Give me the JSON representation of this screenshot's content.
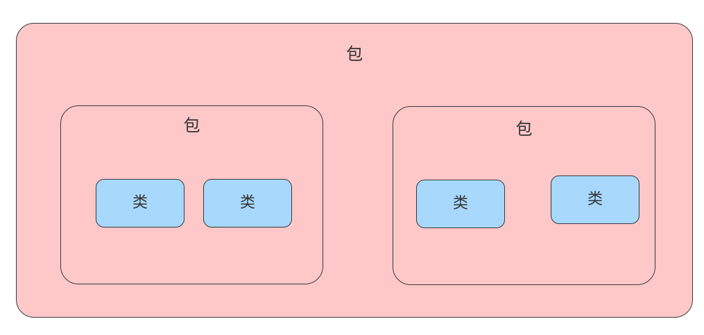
{
  "colors": {
    "package_fill": "#ffc8c8",
    "class_fill": "#a8d8fc",
    "stroke": "#36393d"
  },
  "diagram": {
    "outer_package": {
      "label": "包",
      "inner_packages": [
        {
          "label": "包",
          "classes": [
            {
              "label": "类"
            },
            {
              "label": "类"
            }
          ]
        },
        {
          "label": "包",
          "classes": [
            {
              "label": "类"
            },
            {
              "label": "类"
            }
          ]
        }
      ]
    }
  }
}
